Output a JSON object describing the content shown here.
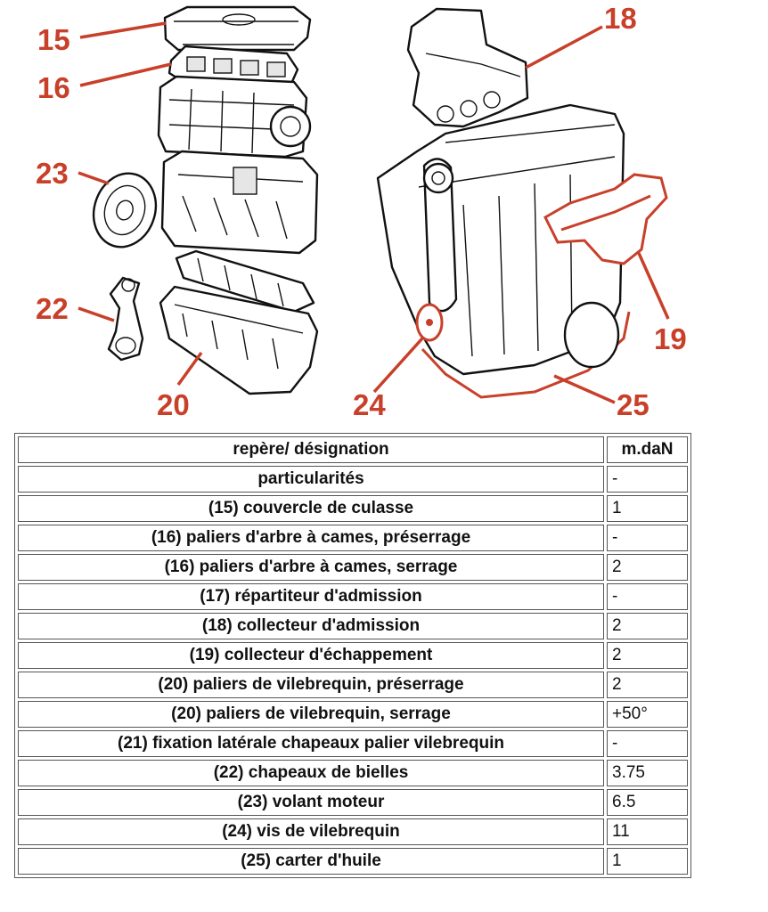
{
  "figure": {
    "callouts": [
      "15",
      "16",
      "23",
      "22",
      "20",
      "18",
      "19",
      "24",
      "25"
    ]
  },
  "table": {
    "headers": [
      "repère/ désignation",
      "m.daN"
    ],
    "rows": [
      {
        "name": "particularités",
        "value": "-"
      },
      {
        "name": "(15) couvercle de culasse",
        "value": "1"
      },
      {
        "name": "(16) paliers d'arbre à cames, préserrage",
        "value": "-"
      },
      {
        "name": "(16) paliers d'arbre à cames, serrage",
        "value": "2"
      },
      {
        "name": "(17) répartiteur d'admission",
        "value": "-"
      },
      {
        "name": "(18) collecteur d'admission",
        "value": "2"
      },
      {
        "name": "(19) collecteur d'échappement",
        "value": "2"
      },
      {
        "name": "(20) paliers de vilebrequin, préserrage",
        "value": "2"
      },
      {
        "name": "(20) paliers de vilebrequin, serrage",
        "value": "+50°"
      },
      {
        "name": "(21) fixation latérale chapeaux palier vilebrequin",
        "value": "-"
      },
      {
        "name": "(22) chapeaux de bielles",
        "value": "3.75"
      },
      {
        "name": "(23) volant moteur",
        "value": "6.5"
      },
      {
        "name": "(24) vis de vilebrequin",
        "value": "11"
      },
      {
        "name": "(25) carter d'huile",
        "value": "1"
      }
    ]
  },
  "colors": {
    "callout": "#c8402a",
    "line_art": "#111111",
    "table_border": "#555555"
  }
}
